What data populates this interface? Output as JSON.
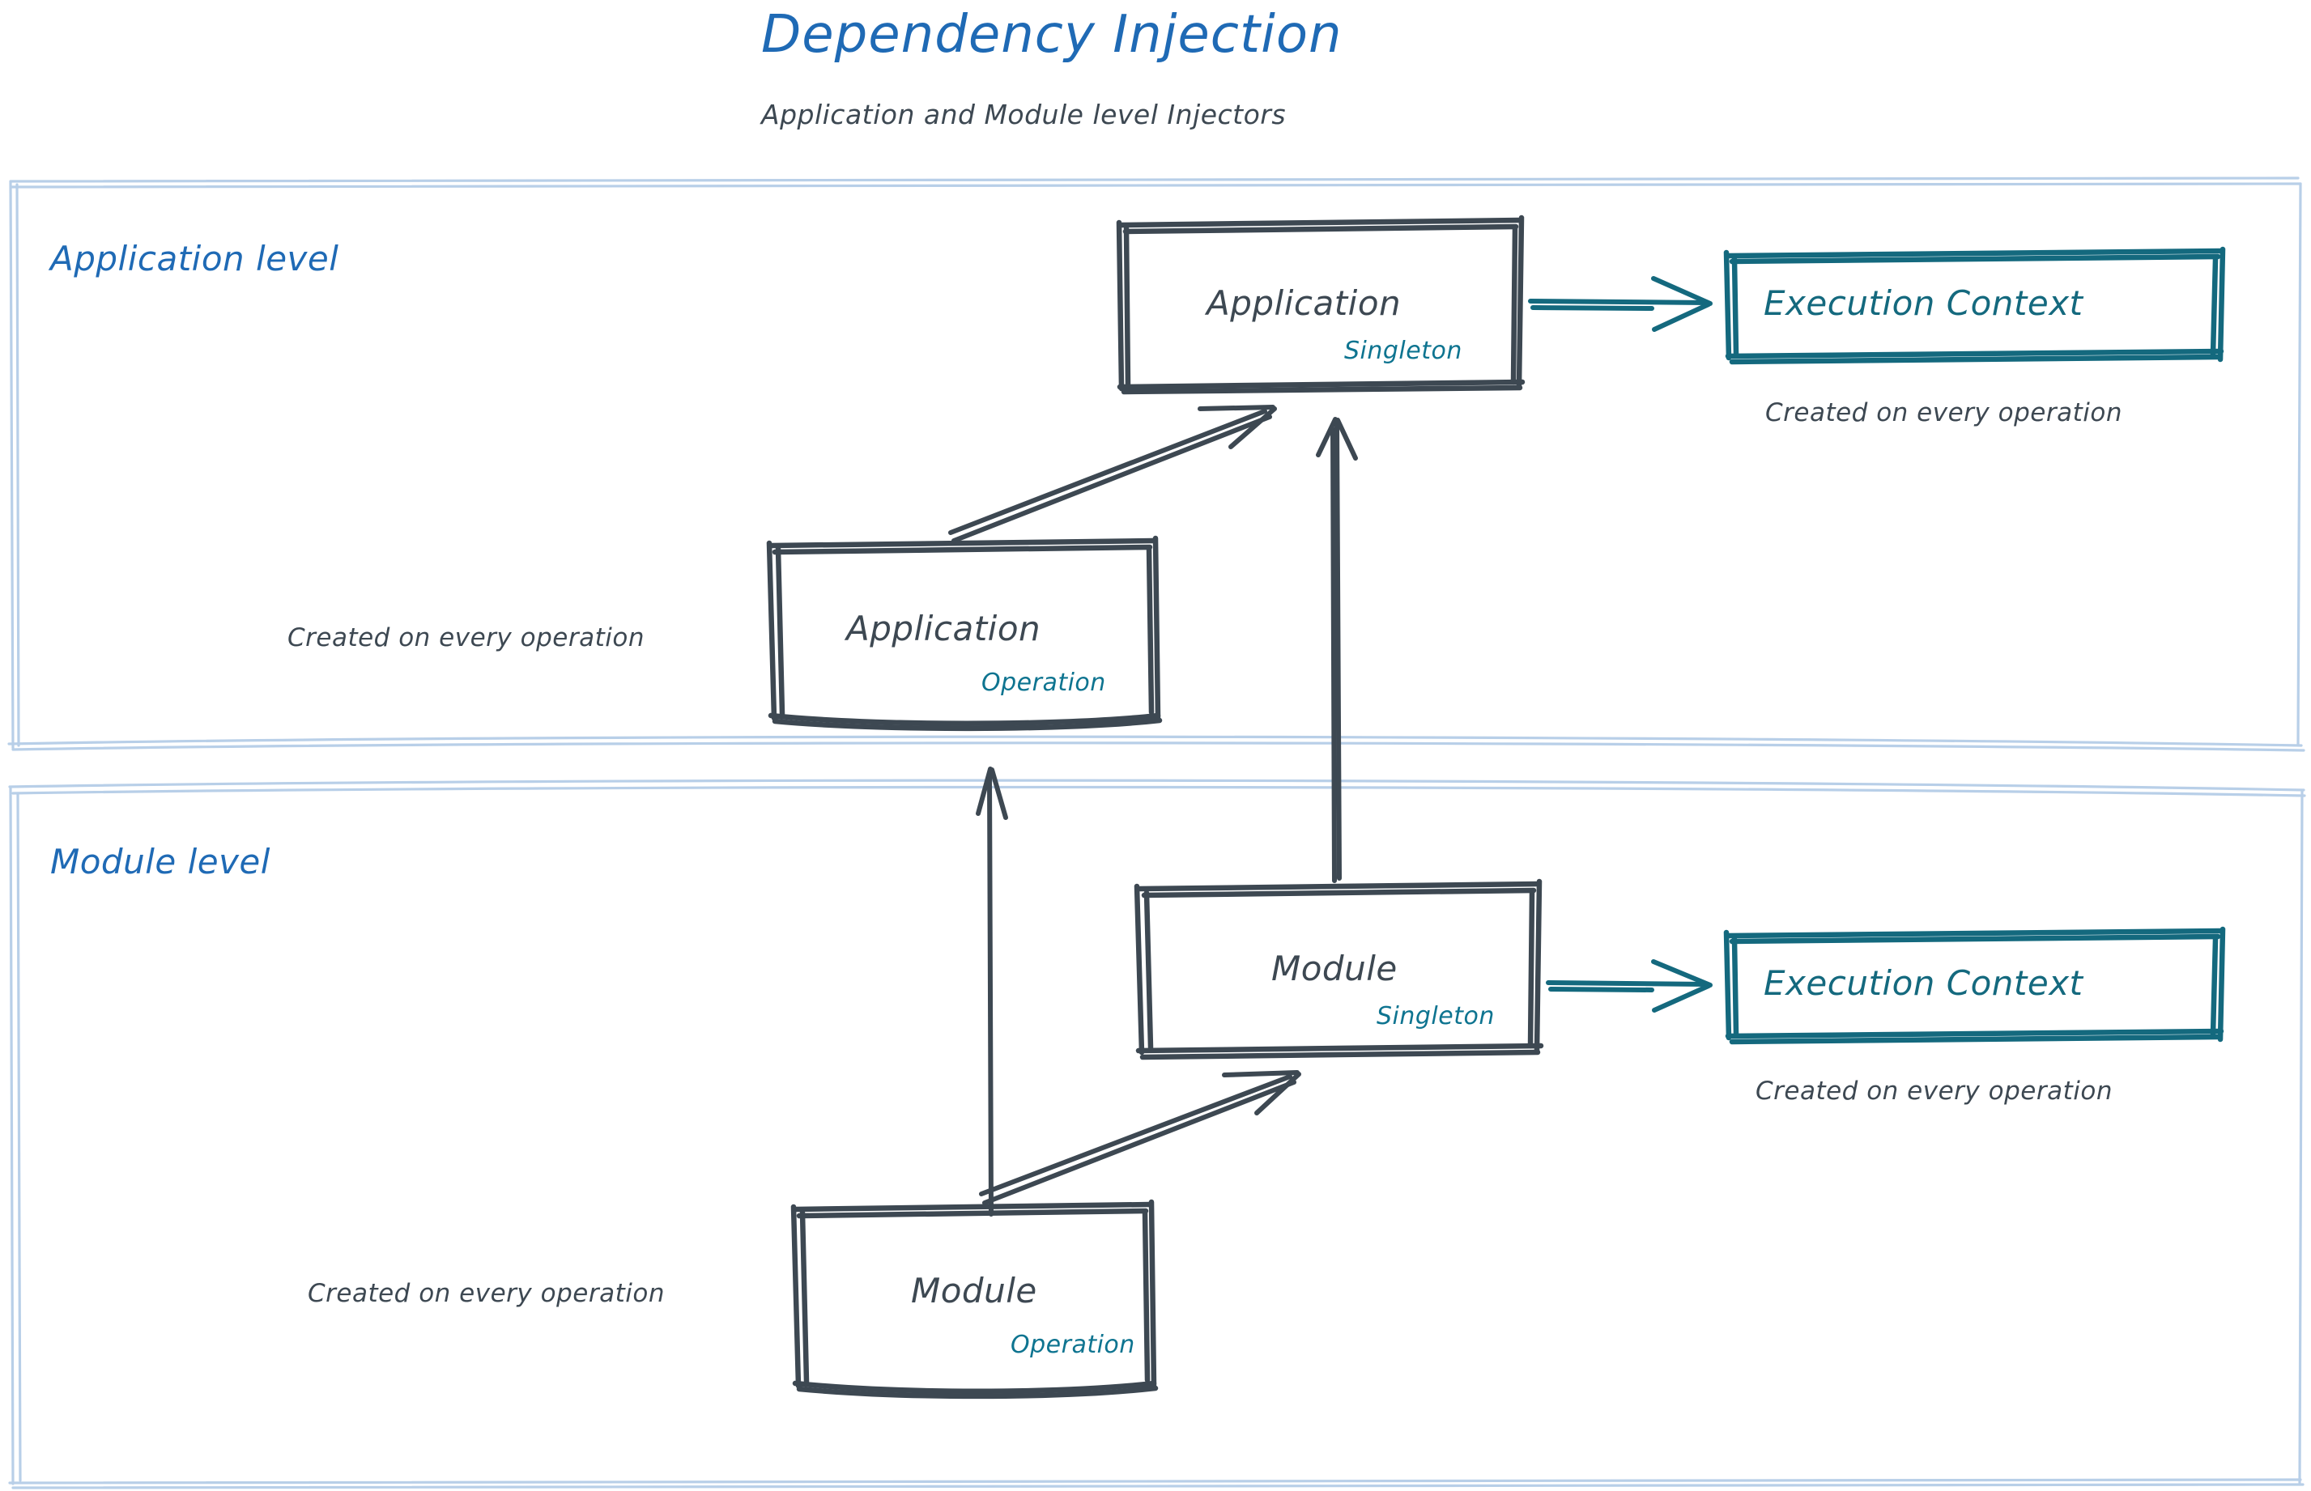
{
  "header": {
    "title": "Dependency Injection",
    "subtitle": "Application and Module level Injectors"
  },
  "zones": [
    {
      "id": "application-level",
      "label": "Application level"
    },
    {
      "id": "module-level",
      "label": "Module level"
    }
  ],
  "nodes": {
    "app_singleton": {
      "label": "Application",
      "scope": "Singleton"
    },
    "app_operation": {
      "label": "Application",
      "scope": "Operation"
    },
    "module_singleton": {
      "label": "Module",
      "scope": "Singleton"
    },
    "module_operation": {
      "label": "Module",
      "scope": "Operation"
    },
    "exec_ctx_app": {
      "label": "Execution Context"
    },
    "exec_ctx_module": {
      "label": "Execution Context"
    }
  },
  "notes": {
    "exec_ctx_app_note": "Created on every operation",
    "app_operation_note": "Created on every operation",
    "exec_ctx_module_note": "Created on every operation",
    "module_operation_note": "Created on every operation"
  },
  "colors": {
    "title_blue": "#1f6ab5",
    "zone_border": "#b8cfe8",
    "ink_dark": "#3d4852",
    "teal": "#14697e",
    "scope_teal": "#0e7490",
    "background": "#ffffff"
  },
  "edges": [
    {
      "name": "app-singleton-to-exec-context",
      "from": "app_singleton",
      "to": "exec_ctx_app",
      "color": "#14697e"
    },
    {
      "name": "app-operation-to-app-singleton",
      "from": "app_operation",
      "to": "app_singleton",
      "color": "#3d4852"
    },
    {
      "name": "module-singleton-to-app-singleton",
      "from": "module_singleton",
      "to": "app_singleton",
      "color": "#3d4852"
    },
    {
      "name": "module-operation-to-app-operation",
      "from": "module_operation",
      "to": "app_operation",
      "color": "#3d4852"
    },
    {
      "name": "module-operation-to-module-singleton",
      "from": "module_operation",
      "to": "module_singleton",
      "color": "#3d4852"
    },
    {
      "name": "module-singleton-to-exec-context",
      "from": "module_singleton",
      "to": "exec_ctx_module",
      "color": "#14697e"
    }
  ]
}
